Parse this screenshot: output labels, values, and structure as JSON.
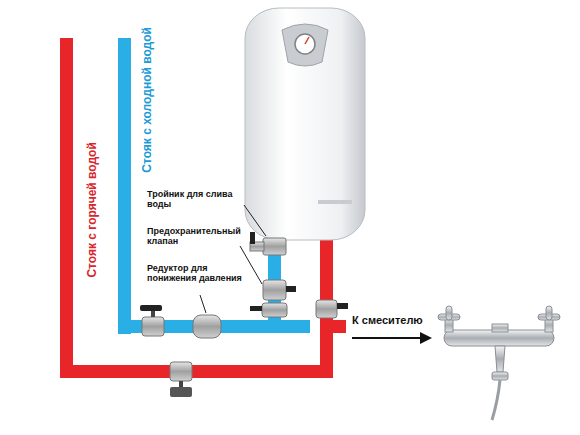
{
  "diagram": {
    "labels": [
      "Стояк с горячей водой",
      "Стояк с холодной водой",
      "Тройник для слива воды",
      "Предохранительный клапан",
      "Редуктор для понижения давления",
      "К смесителю"
    ]
  }
}
